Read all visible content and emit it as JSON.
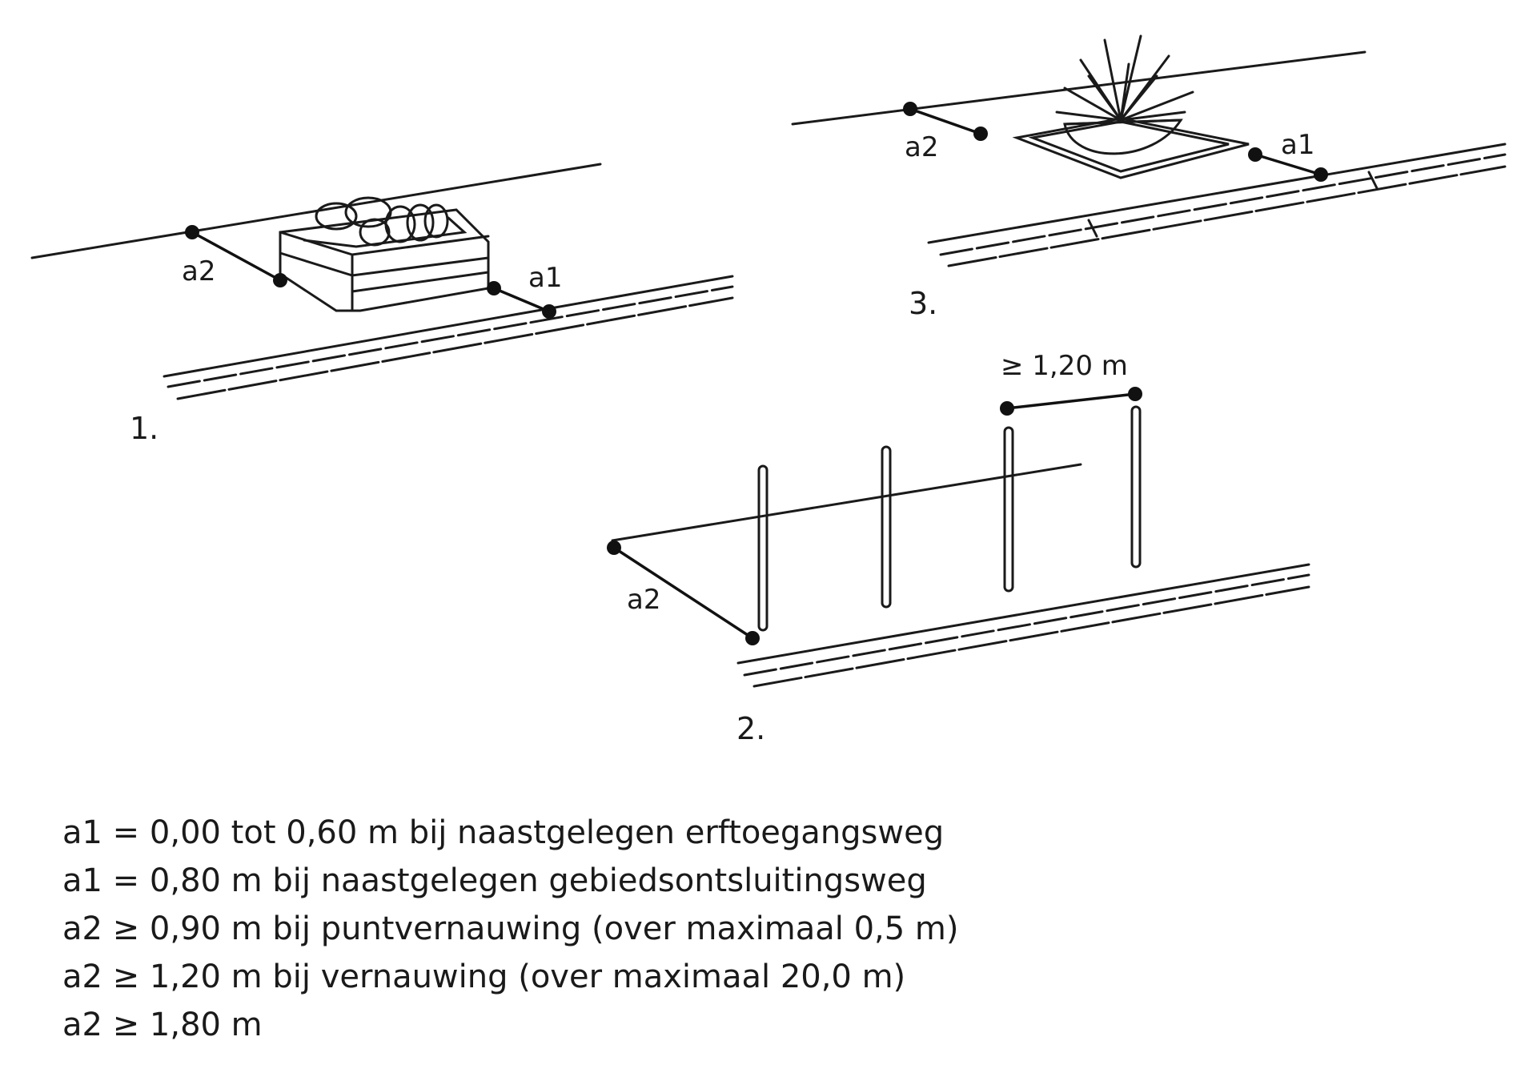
{
  "figures": [
    {
      "number": "1.",
      "labels": {
        "a1": "a1",
        "a2": "a2"
      }
    },
    {
      "number": "2.",
      "labels": {
        "a2": "a2",
        "spacing": "≥ 1,20 m"
      }
    },
    {
      "number": "3.",
      "labels": {
        "a1": "a1",
        "a2": "a2"
      }
    }
  ],
  "legend": [
    "a1 = 0,00 tot 0,60 m bij naastgelegen erftoegangsweg",
    "a1 = 0,80 m bij naastgelegen gebiedsontsluitingsweg",
    "a2 ≥ 0,90 m bij puntvernauwing (over maximaal 0,5 m)",
    "a2 ≥ 1,20 m bij vernauwing (over maximaal 20,0 m)",
    "a2 ≥ 1,80 m"
  ]
}
